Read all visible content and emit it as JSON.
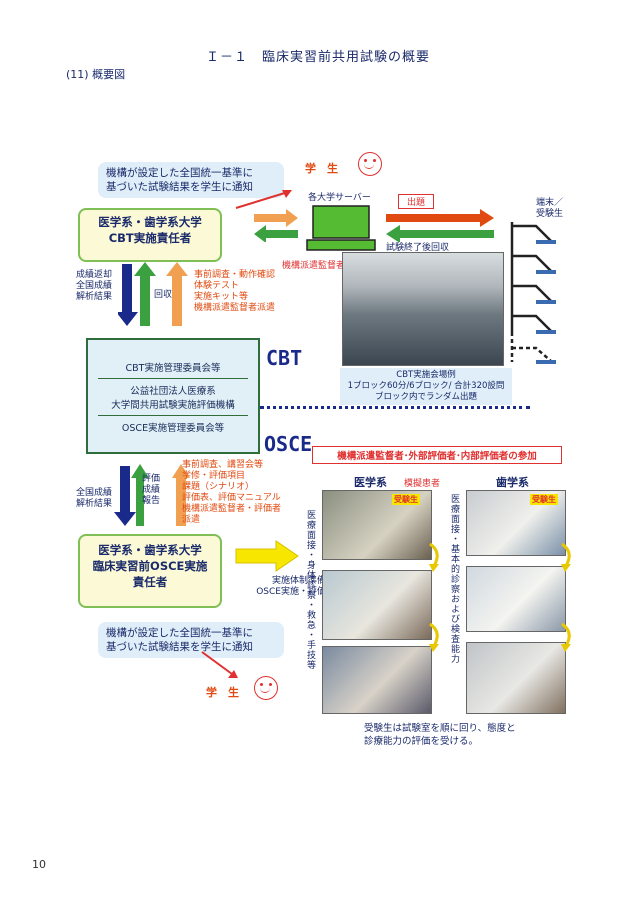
{
  "title": "Ｉ－１　臨床実習前共用試験の概要",
  "subtitle": "(11) 概要図",
  "callout_top": [
    "機構が設定した全国統一基準に",
    "基づいた試験結果を学生に通知"
  ],
  "student_top": "学　生",
  "cbt_box": [
    "医学系・歯学系大学",
    "CBT実施責任者"
  ],
  "server_label": "各大学サーバー",
  "question_label": "出題",
  "collect_label": "試験終了後回収",
  "terminal_label": [
    "端末／",
    "受験生"
  ],
  "supervisor_label": "機構派遣監督者",
  "left_upper_labels": [
    "成績返却",
    "全国成績",
    "解析結果"
  ],
  "recover_label": "回収",
  "upper_orange": [
    "事前調査・動作確認",
    "体験テスト",
    "実施キット等",
    "機構派遣監督者派遣"
  ],
  "org_box": [
    "CBT実施管理委員会等",
    "公益社団法人医療系",
    "大学間共用試験実施評価機構",
    "OSCE実施管理委員会等"
  ],
  "cbt_big": "CBT",
  "osce_big": "OSCE",
  "venue_caption": [
    "CBT実施会場例",
    "1ブロック60分/6ブロック/ 合計320設問",
    "ブロック内でランダム出題"
  ],
  "osce_banner": "機構派遣監督者･外部評価者･内部評価者の参加",
  "left_lower_labels": [
    "全国成績",
    "解析結果"
  ],
  "lower_mid_labels": [
    "評価",
    "成績",
    "報告"
  ],
  "lower_orange": [
    "事前調査、講習会等",
    "学修・評価項目",
    "課題（シナリオ）",
    "評価表、評価マニュアル",
    "機構派遣監督者・評価者",
    "派遣"
  ],
  "osce_box": [
    "医学系・歯学系大学",
    "臨床実習前OSCE実施",
    "責任者"
  ],
  "impl_label": [
    "実施体制準備",
    "OSCE実施・評価"
  ],
  "callout_bottom": [
    "機構が設定した全国統一基準に",
    "基づいた試験結果を学生に通知"
  ],
  "student_bottom": "学　生",
  "med_head": "医学系",
  "dent_head": "歯学系",
  "sim_patient": "模擬患者",
  "examinee_tag": "受験生",
  "med_vertical": "医療面接・身体診察・救急・手技等",
  "dent_vertical": "医療面接・基本的診察および検査能力",
  "bottom_note": [
    "受験生は試験室を順に回り、態度と",
    "診療能力の評価を受ける。"
  ],
  "page_number": "10"
}
